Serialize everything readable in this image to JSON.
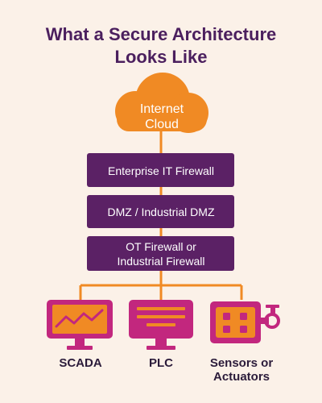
{
  "title": {
    "line1": "What a Secure Architecture",
    "line2": "Looks Like"
  },
  "cloud": {
    "line1": "Internet",
    "line2": "Cloud"
  },
  "layers": [
    {
      "line1": "Enterprise IT Firewall",
      "line2": ""
    },
    {
      "line1": "DMZ / Industrial DMZ",
      "line2": ""
    },
    {
      "line1": "OT Firewall or",
      "line2": "Industrial Firewall"
    }
  ],
  "devices": {
    "scada": {
      "label1": "SCADA",
      "label2": "",
      "icon": "monitor-trend-icon"
    },
    "plc": {
      "label1": "PLC",
      "label2": "",
      "icon": "plc-monitor-icon"
    },
    "sensors": {
      "label1": "Sensors or",
      "label2": "Actuators",
      "icon": "sensor-actuator-icon"
    }
  },
  "colors": {
    "background": "#fbf1e8",
    "title": "#4b1f5e",
    "cloud_fill": "#f08a24",
    "layer_fill": "#5b2165",
    "connector": "#f08a24",
    "device_magenta": "#c2277e",
    "device_orange": "#f08a24",
    "device_label": "#2b1b3a"
  }
}
